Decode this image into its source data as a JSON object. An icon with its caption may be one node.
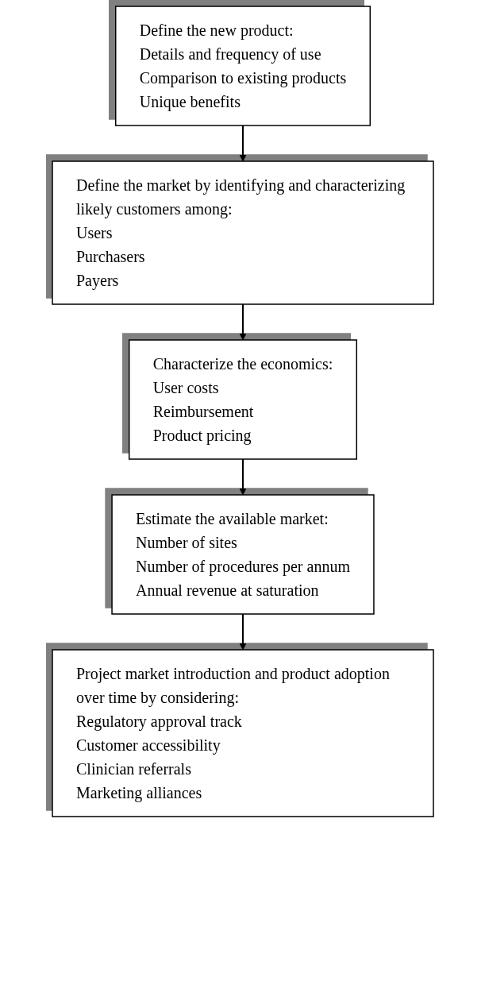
{
  "diagram": {
    "nodes": [
      {
        "text": [
          "Define the new product:",
          "Details and frequency of use",
          "Comparison to existing products",
          "Unique benefits"
        ]
      },
      {
        "text": [
          "Define the market by identifying and characterizing likely customers among:",
          "Users",
          "Purchasers",
          "Payers"
        ]
      },
      {
        "text": [
          "Characterize the economics:",
          "User costs",
          "Reimbursement",
          "Product pricing"
        ]
      },
      {
        "text": [
          "Estimate the available market:",
          "Number of sites",
          "Number of procedures per annum",
          "Annual revenue at saturation"
        ]
      },
      {
        "text": [
          "Project market introduction and product adoption over time by considering:",
          "Regulatory approval track",
          "Customer accessibility",
          "Clinician referrals",
          "Marketing alliances"
        ]
      }
    ],
    "edges": [
      {
        "from": 0,
        "to": 1,
        "arrow": "to"
      },
      {
        "from": 1,
        "to": 2,
        "arrow": "to"
      },
      {
        "from": 2,
        "to": 3,
        "arrow": "to"
      },
      {
        "from": 3,
        "to": 4,
        "arrow": "to"
      }
    ]
  }
}
